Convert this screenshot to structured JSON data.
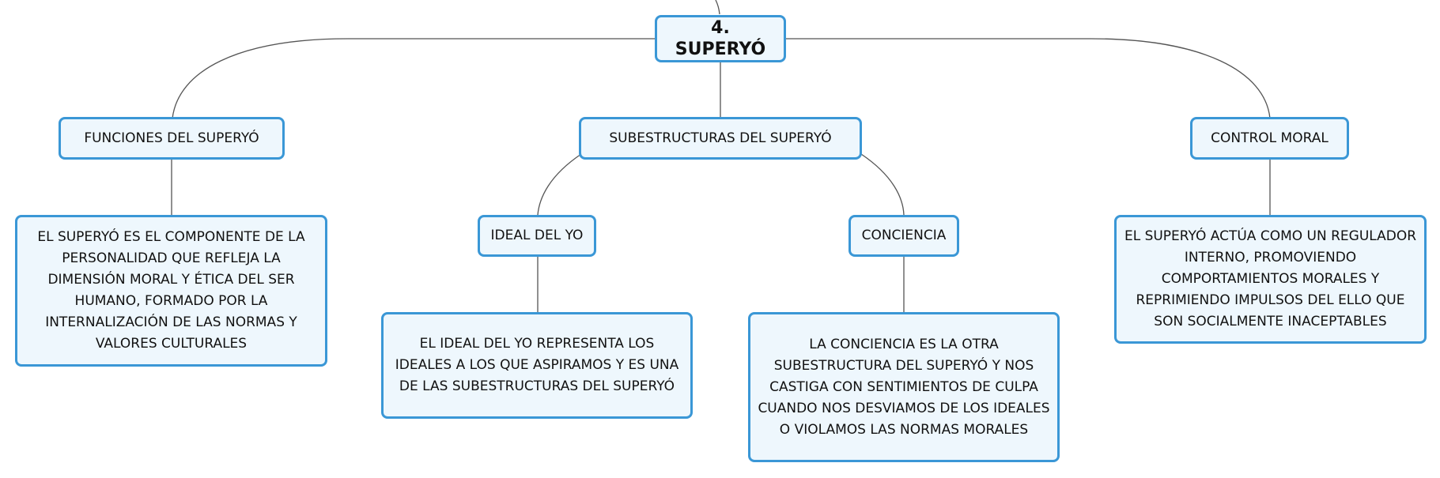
{
  "colors": {
    "border": "#3a97d6",
    "fill": "#eef7fd",
    "edge": "#555555",
    "text": "#111111"
  },
  "nodes": {
    "root": "4. SUPERYÓ",
    "funciones": "FUNCIONES DEL SUPERYÓ",
    "subestructuras": "SUBESTRUCTURAS DEL SUPERYÓ",
    "control": "CONTROL MORAL",
    "ideal": "IDEAL DEL YO",
    "conciencia": "CONCIENCIA",
    "funciones_desc": "EL SUPERYÓ ES EL COMPONENTE DE LA PERSONALIDAD QUE REFLEJA LA DIMENSIÓN MORAL Y ÉTICA DEL SER HUMANO, FORMADO POR LA INTERNALIZACIÓN DE LAS NORMAS Y VALORES CULTURALES",
    "ideal_desc": "EL IDEAL DEL YO REPRESENTA LOS IDEALES A LOS QUE ASPIRAMOS Y ES UNA DE LAS SUBESTRUCTURAS DEL SUPERYÓ",
    "conciencia_desc": "LA CONCIENCIA ES LA OTRA SUBESTRUCTURA DEL SUPERYÓ Y NOS CASTIGA CON SENTIMIENTOS DE CULPA CUANDO NOS DESVIAMOS DE LOS IDEALES O VIOLAMOS LAS NORMAS MORALES",
    "control_desc": "EL SUPERYÓ ACTÚA COMO UN REGULADOR INTERNO, PROMOVIENDO COMPORTAMIENTOS MORALES Y REPRIMIENDO IMPULSOS DEL ELLO QUE SON SOCIALMENTE INACEPTABLES"
  }
}
